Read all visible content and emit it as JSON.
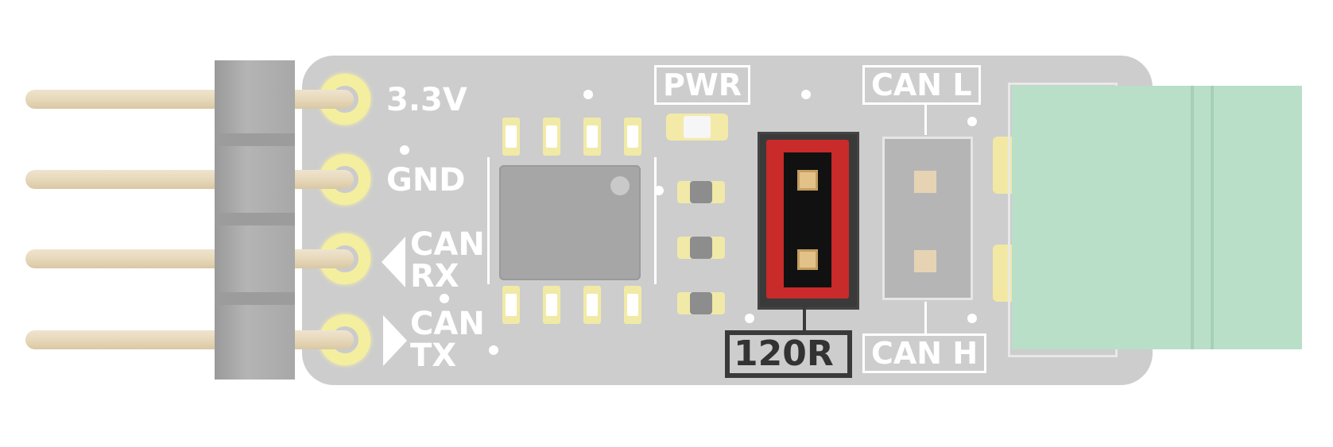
{
  "diagram": {
    "title": "CAN transceiver breakout board pinout",
    "pins": [
      {
        "label": "3.3V"
      },
      {
        "label": "GND"
      },
      {
        "label_line1": "CAN",
        "label_line2": "RX",
        "direction": "in"
      },
      {
        "label_line1": "CAN",
        "label_line2": "TX",
        "direction": "out"
      }
    ],
    "pwr_label": "PWR",
    "can_l_label": "CAN L",
    "can_h_label": "CAN H",
    "jumper_label": "120R",
    "colors": {
      "board": "#cdcdcd",
      "pad": "#f4ef9e",
      "jumper": "#c92a2a",
      "terminal": "#b9dfc8",
      "header": "#a8a8a8"
    }
  }
}
